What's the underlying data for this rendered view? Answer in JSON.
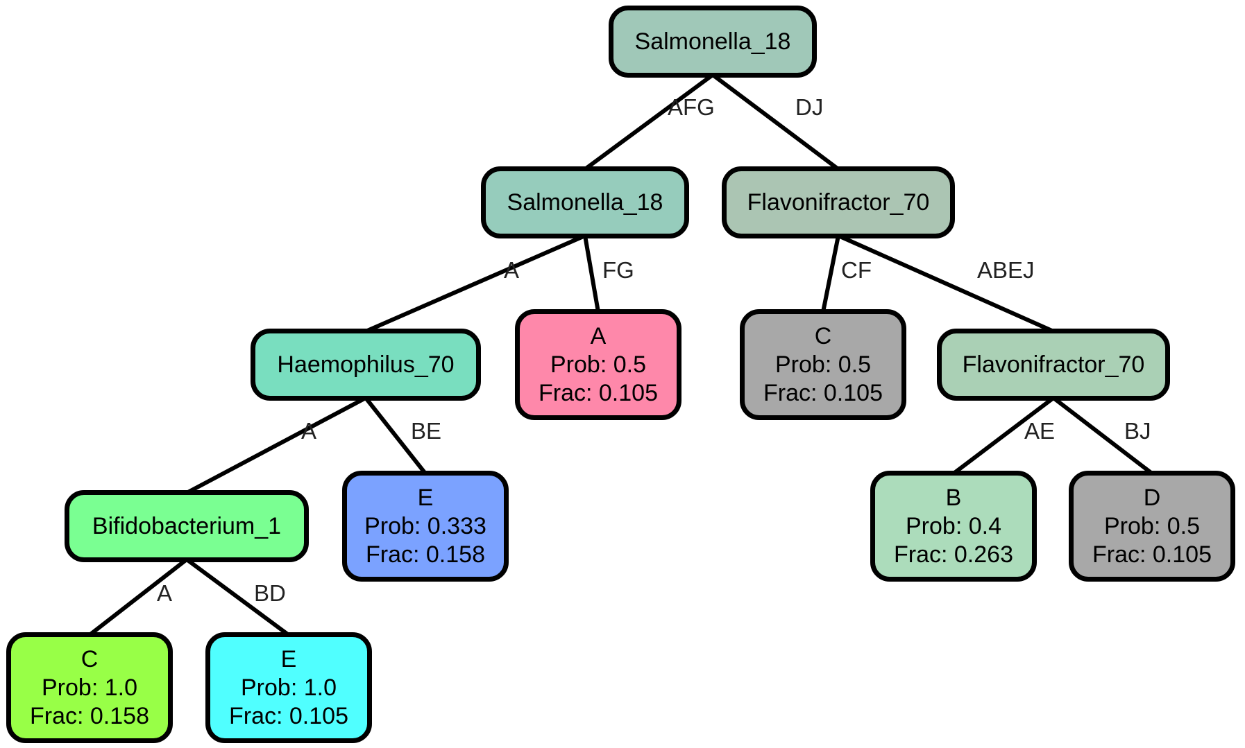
{
  "nodes": {
    "root": {
      "lines": [
        "Salmonella_18"
      ],
      "color": "#a0c8b8"
    },
    "sal2": {
      "lines": [
        "Salmonella_18"
      ],
      "color": "#96ccbc"
    },
    "flav1": {
      "lines": [
        "Flavonifractor_70"
      ],
      "color": "#abc5b3"
    },
    "haem": {
      "lines": [
        "Haemophilus_70"
      ],
      "color": "#79debf"
    },
    "leafA": {
      "lines": [
        "A",
        "Prob: 0.5",
        "Frac: 0.105"
      ],
      "color": "#fe88aa"
    },
    "leafC1": {
      "lines": [
        "C",
        "Prob: 0.5",
        "Frac: 0.105"
      ],
      "color": "#a8a8a8"
    },
    "flav2": {
      "lines": [
        "Flavonifractor_70"
      ],
      "color": "#aad0b5"
    },
    "bifi": {
      "lines": [
        "Bifidobacterium_1"
      ],
      "color": "#7aff92"
    },
    "leafE1": {
      "lines": [
        "E",
        "Prob: 0.333",
        "Frac: 0.158"
      ],
      "color": "#7ba2ff"
    },
    "leafB": {
      "lines": [
        "B",
        "Prob: 0.4",
        "Frac: 0.263"
      ],
      "color": "#acdcbb"
    },
    "leafD": {
      "lines": [
        "D",
        "Prob: 0.5",
        "Frac: 0.105"
      ],
      "color": "#a8a8a8"
    },
    "leafC2": {
      "lines": [
        "C",
        "Prob: 1.0",
        "Frac: 0.158"
      ],
      "color": "#98ff47"
    },
    "leafE2": {
      "lines": [
        "E",
        "Prob: 1.0",
        "Frac: 0.105"
      ],
      "color": "#50ffff"
    }
  },
  "edges": [
    {
      "from": "root",
      "to": "sal2",
      "label": "AFG"
    },
    {
      "from": "root",
      "to": "flav1",
      "label": "DJ"
    },
    {
      "from": "sal2",
      "to": "haem",
      "label": "A"
    },
    {
      "from": "sal2",
      "to": "leafA",
      "label": "FG"
    },
    {
      "from": "flav1",
      "to": "leafC1",
      "label": "CF"
    },
    {
      "from": "flav1",
      "to": "flav2",
      "label": "ABEJ"
    },
    {
      "from": "haem",
      "to": "bifi",
      "label": "A"
    },
    {
      "from": "haem",
      "to": "leafE1",
      "label": "BE"
    },
    {
      "from": "flav2",
      "to": "leafB",
      "label": "AE"
    },
    {
      "from": "flav2",
      "to": "leafD",
      "label": "BJ"
    },
    {
      "from": "bifi",
      "to": "leafC2",
      "label": "A"
    },
    {
      "from": "bifi",
      "to": "leafE2",
      "label": "BD"
    }
  ]
}
